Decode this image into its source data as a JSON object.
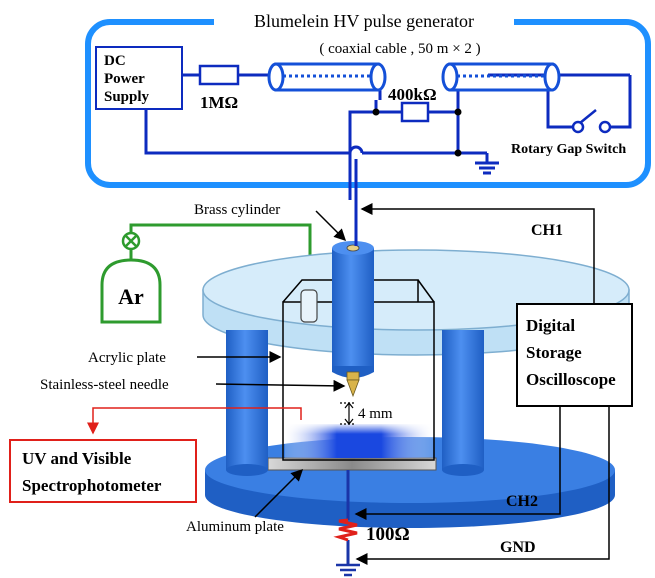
{
  "colors": {
    "blue_frame": "#1e90ff",
    "wire_blue": "#0d2bbf",
    "cable_blue": "#1450d8",
    "ground_blue": "#1a35a8",
    "gas_green": "#2e9b2e",
    "red": "#e0201a",
    "acrylic": "#bfe0f5",
    "pillar": "#2f73d6",
    "base": "#2f73d6",
    "plasma": "#1a48e0",
    "needle_gold": "#d9b44a"
  },
  "labels": {
    "generator_title": "Blumelein HV pulse generator",
    "coax": "( coaxial cable , 50 m  × 2 )",
    "dc_supply_line1": "DC",
    "dc_supply_line2": "Power",
    "dc_supply_line3": "Supply",
    "r1": "1MΩ",
    "r2": "400kΩ",
    "rotary_switch": "Rotary Gap Switch",
    "brass_cylinder": "Brass cylinder",
    "ch1": "CH1",
    "ar": "Ar",
    "acrylic_plate": "Acrylic plate",
    "needle": "Stainless-steel needle",
    "gap": "4 mm",
    "uv_line1": "UV and Visible",
    "uv_line2": "Spectrophotometer",
    "aluminum_plate": "Aluminum plate",
    "ch2": "CH2",
    "r3": "100Ω",
    "gnd": "GND",
    "osc_line1": "Digital",
    "osc_line2": "Storage",
    "osc_line3": "Oscilloscope"
  },
  "icons": {
    "valve": "valve-icon",
    "ground": "ground-icon",
    "switch": "switch-icon"
  }
}
